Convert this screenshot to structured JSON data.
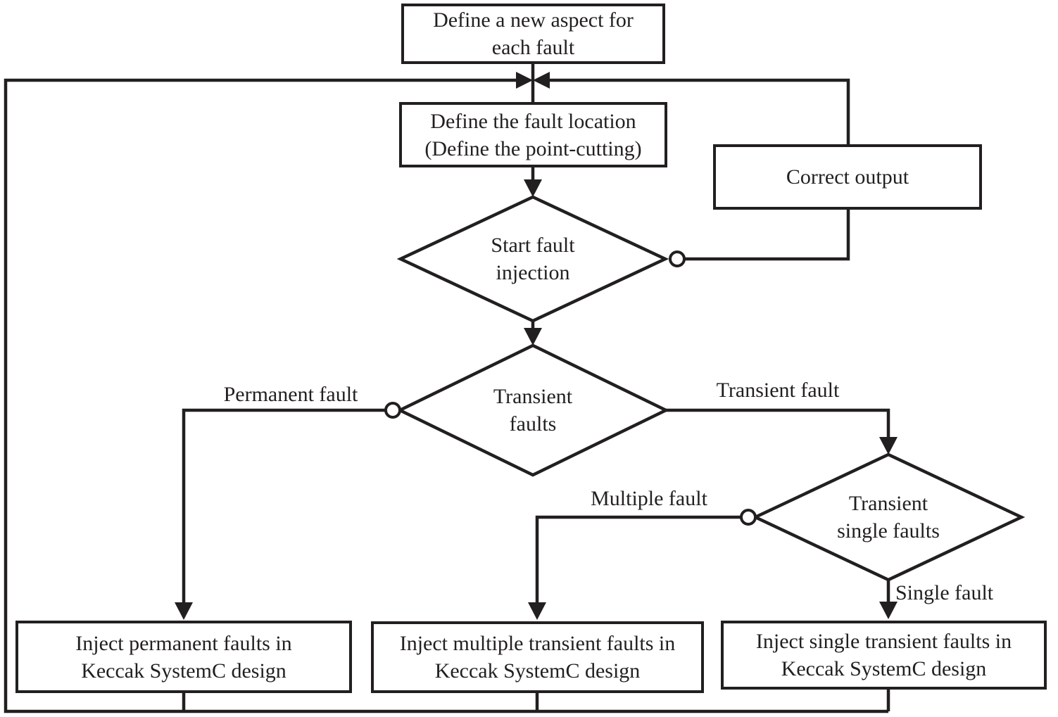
{
  "diagram": {
    "boxes": {
      "define_aspect": "Define a new aspect for\neach fault",
      "define_location": "Define the fault location\n(Define the point-cutting)",
      "correct_output": "Correct output",
      "inject_permanent": "Inject permanent faults in\nKeccak SystemC design",
      "inject_multiple": "Inject multiple transient faults in\nKeccak SystemC design",
      "inject_single": "Inject single transient faults in\nKeccak SystemC design"
    },
    "decisions": {
      "start_fault_injection": "Start fault\ninjection",
      "transient_faults": "Transient\nfaults",
      "transient_single_faults": "Transient\nsingle faults"
    },
    "edge_labels": {
      "permanent_fault": "Permanent fault",
      "transient_fault": "Transient fault",
      "multiple_fault": "Multiple fault",
      "single_fault": "Single fault"
    },
    "colors": {
      "line": "#221f20",
      "background": "#ffffff",
      "text": "#221f20"
    }
  }
}
